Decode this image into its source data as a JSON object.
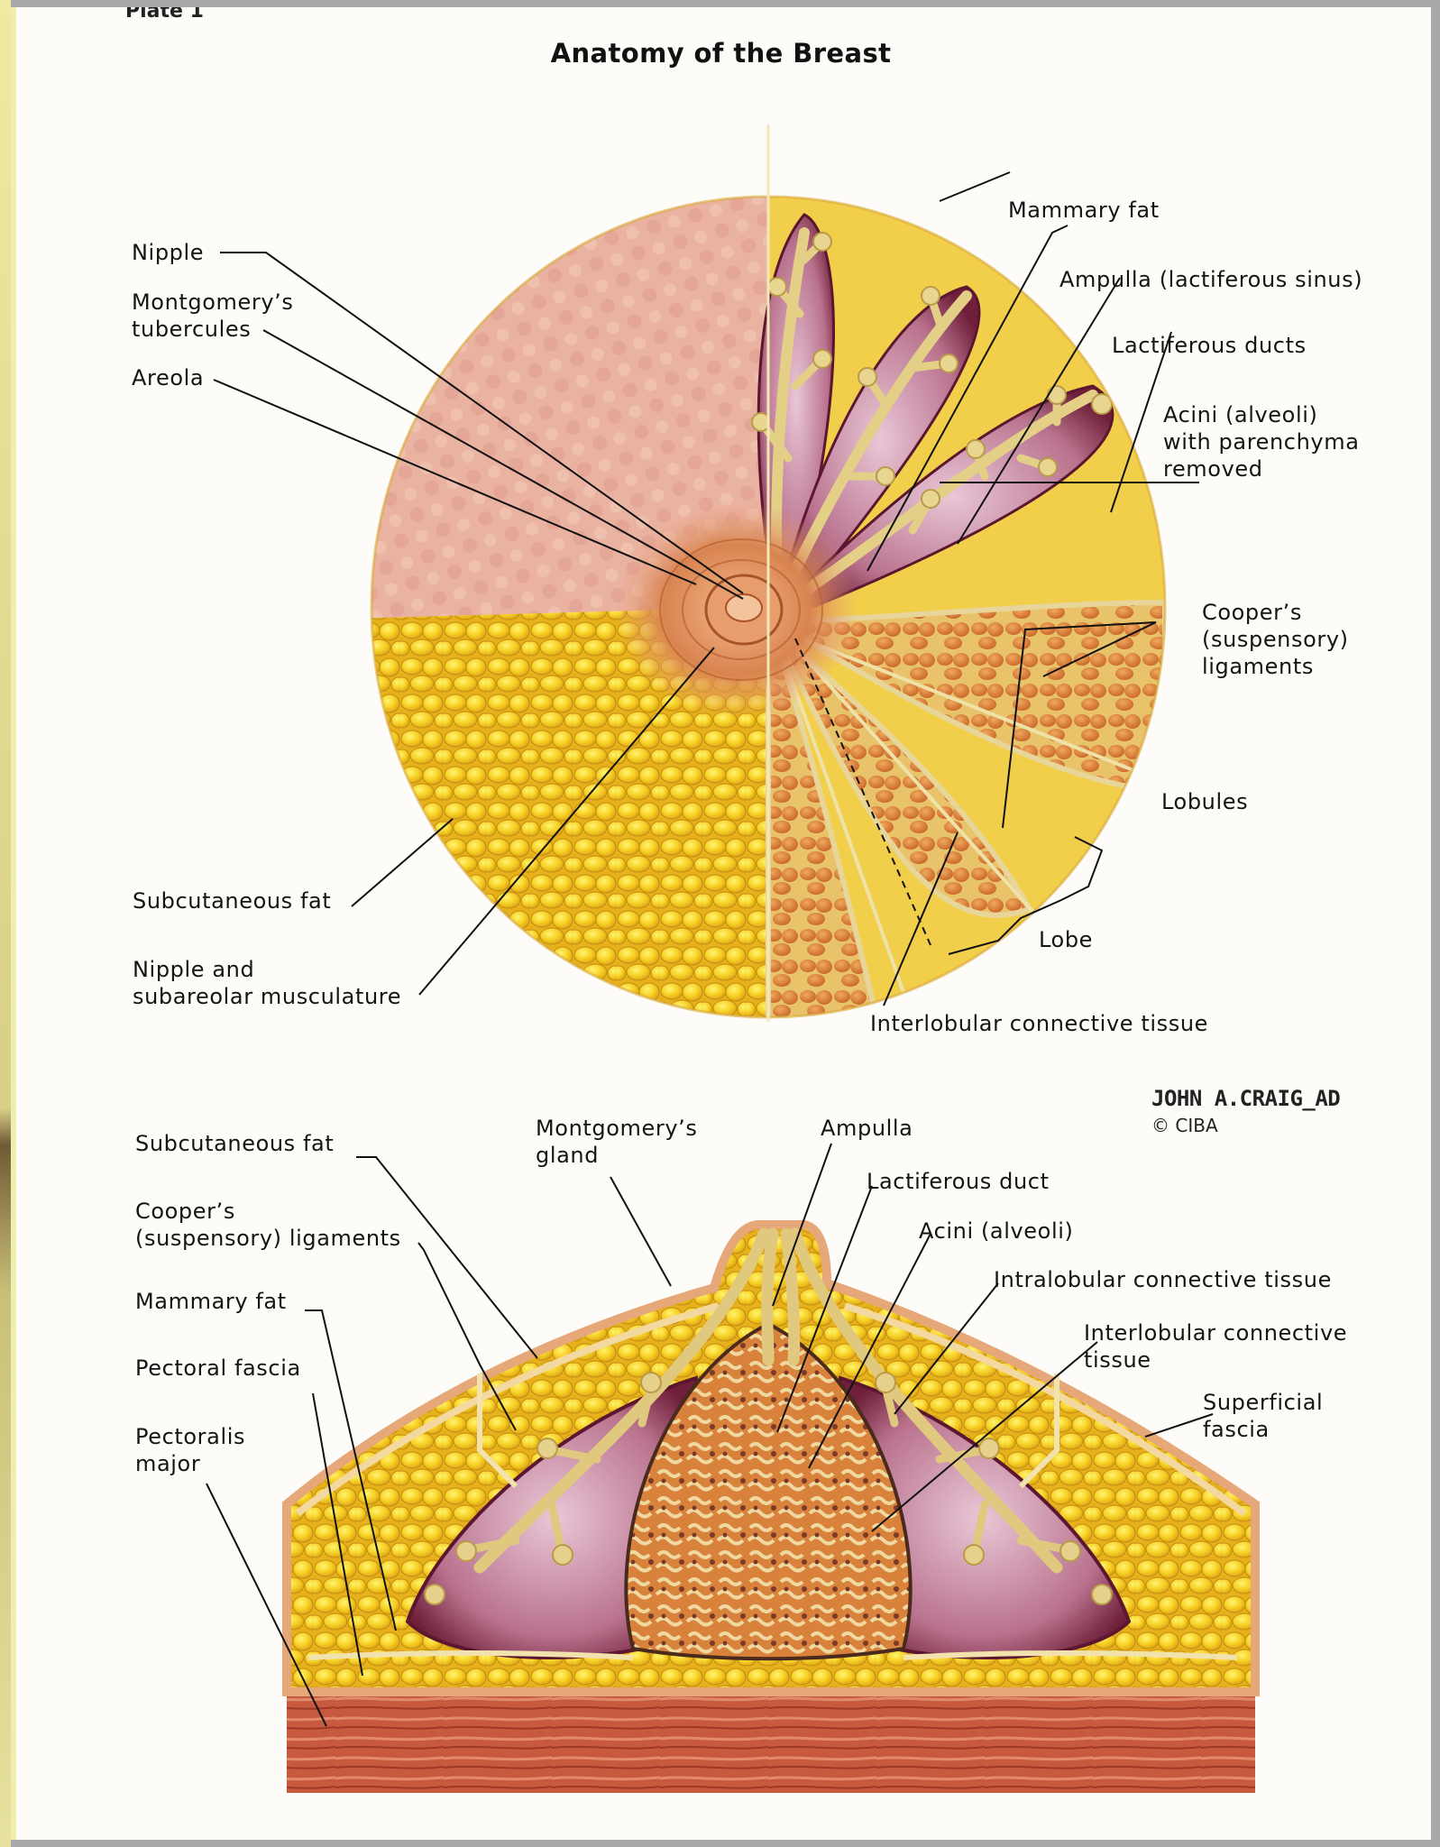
{
  "plate_label": "Plate 1",
  "title": "Anatomy of the Breast",
  "top_labels": {
    "mammary_fat": "Mammary fat",
    "ampulla": "Ampulla (lactiferous sinus)",
    "lactiferous_ducts": "Lactiferous ducts",
    "acini": "Acini (alveoli)\nwith parenchyma\nremoved",
    "nipple": "Nipple",
    "montgomery_tubercules": "Montgomery’s\ntubercules",
    "areola": "Areola",
    "coopers": "Cooper’s\n(suspensory)\nligaments",
    "lobules": "Lobules",
    "lobe": "Lobe",
    "subcutaneous_fat": "Subcutaneous fat",
    "nipple_musculature": "Nipple and\nsubareolar musculature",
    "interlobular": "Interlobular connective tissue"
  },
  "signature": {
    "artist": "JOHN A.CRAIG_AD",
    "copyright": "© CIBA"
  },
  "bottom_labels": {
    "subcutaneous_fat": "Subcutaneous fat",
    "montgomery_gland": "Montgomery’s\ngland",
    "ampulla": "Ampulla",
    "lactiferous_duct": "Lactiferous duct",
    "coopers": "Cooper’s\n(suspensory) ligaments",
    "acini": "Acini (alveoli)",
    "intralobular": "Intralobular connective tissue",
    "mammary_fat": "Mammary fat",
    "interlobular": "Interlobular connective\ntissue",
    "pectoral_fascia": "Pectoral fascia",
    "superficial_fascia": "Superficial\nfascia",
    "pectoralis_major": "Pectoralis\nmajor"
  },
  "colors": {
    "fat_yellow": "#f3c51c",
    "fat_highlight": "#fff27a",
    "skin_pink": "#eab2a0",
    "lobule_orange": "#d97d38",
    "duct_cream": "#e7d28b",
    "duct_purple": "#7d2b45",
    "muscle_red": "#c8553a"
  }
}
